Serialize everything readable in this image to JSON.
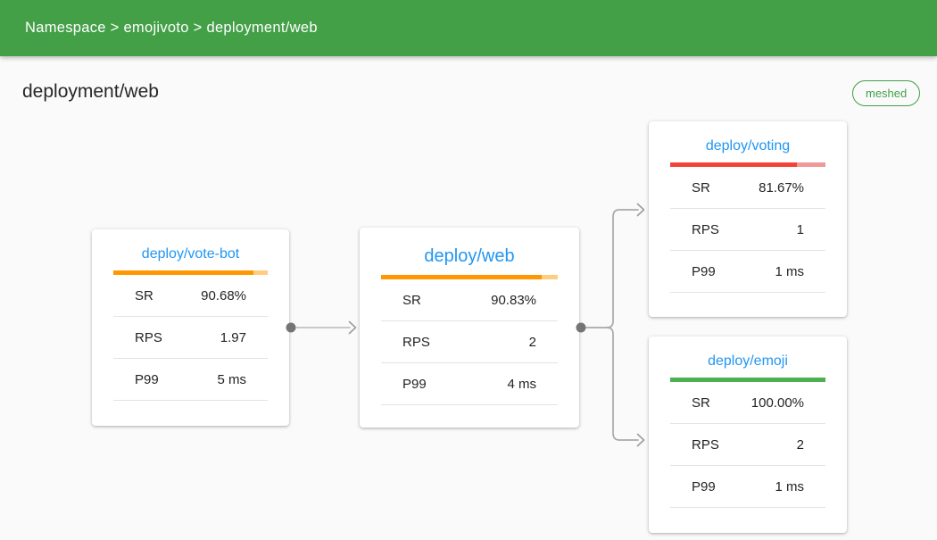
{
  "app": {
    "breadcrumb": "Namespace > emojivoto > deployment/web"
  },
  "page": {
    "title": "deployment/web",
    "meshed_badge": "meshed"
  },
  "colors": {
    "app_bar_green": "#43a047",
    "link_blue": "#2196f3",
    "badge_green": "#43a047",
    "bar_orange": "#ff9800",
    "bar_orange_track": "#ffcc80",
    "bar_red": "#f44336",
    "bar_red_track": "#ef9a9a",
    "bar_green": "#4caf50",
    "bar_green_track": "#4caf50",
    "connector_gray": "#c2c2c2",
    "connector_dot_gray": "#757575"
  },
  "cards": [
    {
      "title": "deploy/vote-bot",
      "bar_percent": 90.68,
      "bar_color": "#ff9800",
      "bar_track_color": "#ffcc80",
      "rows": [
        {
          "label": "SR",
          "value": "90.68%"
        },
        {
          "label": "RPS",
          "value": "1.97"
        },
        {
          "label": "P99",
          "value": "5 ms"
        }
      ]
    },
    {
      "title": "deploy/web",
      "bar_percent": 90.83,
      "bar_color": "#ff9800",
      "bar_track_color": "#ffcc80",
      "rows": [
        {
          "label": "SR",
          "value": "90.83%"
        },
        {
          "label": "RPS",
          "value": "2"
        },
        {
          "label": "P99",
          "value": "4 ms"
        }
      ]
    },
    {
      "title": "deploy/voting",
      "bar_percent": 81.67,
      "bar_color": "#f44336",
      "bar_track_color": "#ef9a9a",
      "rows": [
        {
          "label": "SR",
          "value": "81.67%"
        },
        {
          "label": "RPS",
          "value": "1"
        },
        {
          "label": "P99",
          "value": "1 ms"
        }
      ]
    },
    {
      "title": "deploy/emoji",
      "bar_percent": 100,
      "bar_color": "#4caf50",
      "bar_track_color": "#4caf50",
      "rows": [
        {
          "label": "SR",
          "value": "100.00%"
        },
        {
          "label": "RPS",
          "value": "2"
        },
        {
          "label": "P99",
          "value": "1 ms"
        }
      ]
    }
  ],
  "graph": {
    "edges": [
      {
        "from": "deploy/vote-bot",
        "to": "deploy/web"
      },
      {
        "from": "deploy/web",
        "to": "deploy/voting"
      },
      {
        "from": "deploy/web",
        "to": "deploy/emoji"
      }
    ]
  }
}
